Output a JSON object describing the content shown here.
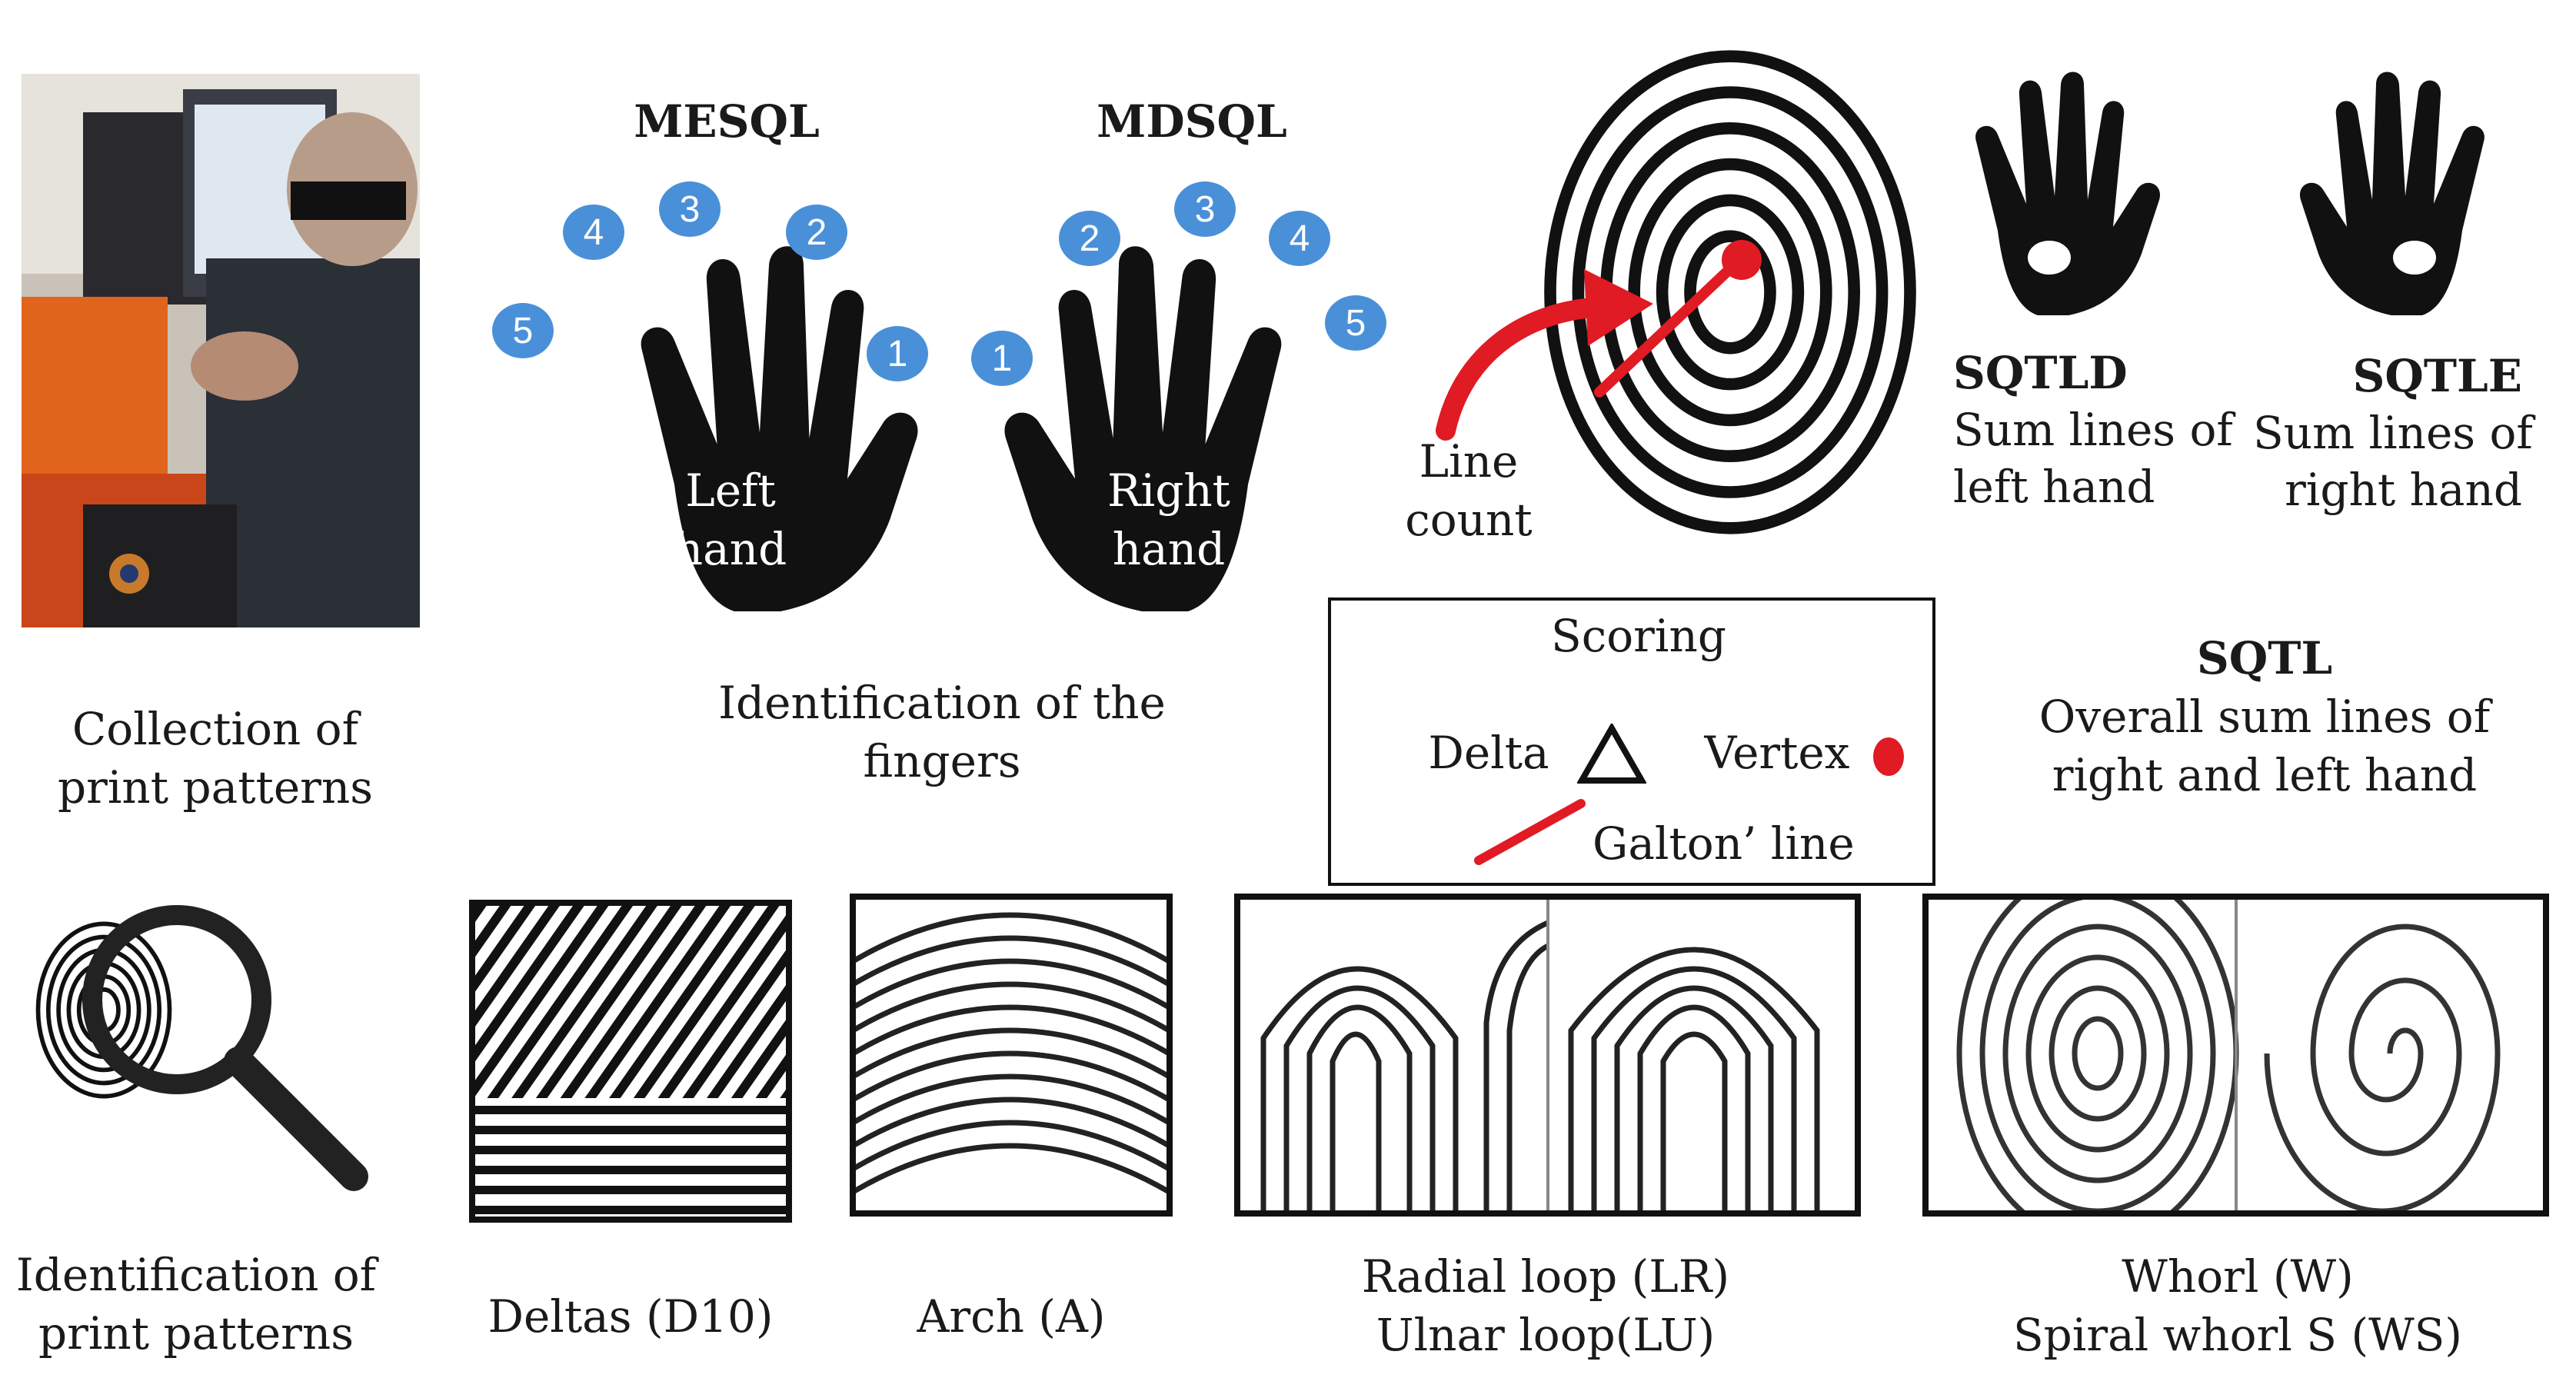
{
  "top": {
    "left_hand_code": "MESQL",
    "right_hand_code": "MDSQL",
    "left_hand_label": [
      "Left",
      "hand"
    ],
    "right_hand_label": [
      "Right",
      "hand"
    ],
    "left_finger_numbers": [
      "5",
      "4",
      "3",
      "2",
      "1"
    ],
    "right_finger_numbers": [
      "1",
      "2",
      "3",
      "4",
      "5"
    ],
    "line_count_label": [
      "Line",
      "count"
    ],
    "sqtld": {
      "code": "SQTLD",
      "desc": [
        "Sum lines of",
        "left hand"
      ]
    },
    "sqtle": {
      "code": "SQTLE",
      "desc": [
        "Sum lines of",
        "right hand"
      ]
    }
  },
  "middle": {
    "collection_label": [
      "Collection of",
      "print patterns"
    ],
    "finger_identification_label": [
      "Identification of the",
      "fingers"
    ],
    "scoring": {
      "title": "Scoring",
      "delta": "Delta",
      "vertex": "Vertex",
      "galton": "Galton’ line"
    },
    "sqtl": {
      "code": "SQTL",
      "desc": [
        "Overall sum lines of",
        "right and left hand"
      ]
    }
  },
  "bottom": {
    "pattern_identification_label": [
      "Identification of",
      "print patterns"
    ],
    "patterns": [
      {
        "lines": [
          "Deltas (D10)"
        ]
      },
      {
        "lines": [
          "Arch (A)"
        ]
      },
      {
        "lines": [
          "Radial loop (LR)",
          "Ulnar loop(LU)"
        ]
      },
      {
        "lines": [
          "Whorl (W)",
          "Spiral whorl S (WS)"
        ]
      }
    ]
  },
  "colors": {
    "finger_badge": "#4a90d9",
    "vertex_red": "#e01b24",
    "ink": "#111111"
  }
}
